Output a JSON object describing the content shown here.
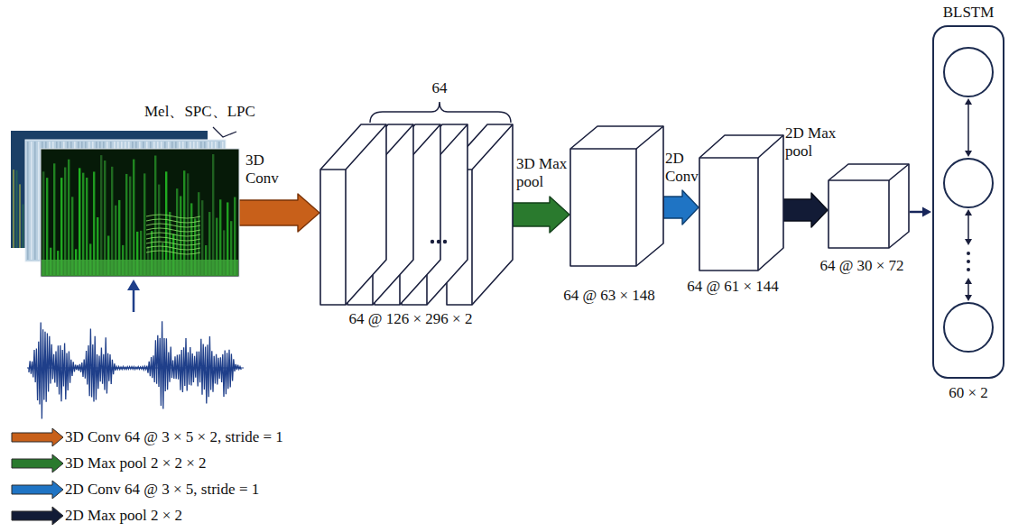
{
  "diagram": {
    "nodes": [
      {
        "text": [
          "Mel、SPC、LPC"
        ]
      },
      {
        "text": [
          "64",
          "64 @ 126 × 296 × 2"
        ]
      },
      {
        "text": [
          "64 @ 63 × 148"
        ]
      },
      {
        "text": [
          "64 @ 61 × 144"
        ]
      },
      {
        "text": [
          "64 @ 30 × 72"
        ]
      },
      {
        "text": [
          "BLSTM",
          "60 × 2"
        ]
      }
    ],
    "edges": [
      {
        "from": 0,
        "to": 1,
        "arrow": "to",
        "label": "3D Conv"
      },
      {
        "from": 1,
        "to": 2,
        "arrow": "to",
        "label": "3D Max pool"
      },
      {
        "from": 2,
        "to": 3,
        "arrow": "to",
        "label": "2D Conv"
      },
      {
        "from": 3,
        "to": 4,
        "arrow": "to",
        "label": "2D Max pool"
      },
      {
        "from": 4,
        "to": 5,
        "arrow": "to"
      }
    ],
    "legend": [
      {
        "text": "3D Conv 64 @ 3 × 5 × 2, stride = 1",
        "color": "#c8601a"
      },
      {
        "text": "3D Max pool 2 × 2 × 2",
        "color": "#2a7a2e"
      },
      {
        "text": "2D Conv 64 @ 3 × 5, stride = 1",
        "color": "#1f74c4"
      },
      {
        "text": "2D Max pool 2 × 2",
        "color": "#121b36"
      }
    ]
  }
}
